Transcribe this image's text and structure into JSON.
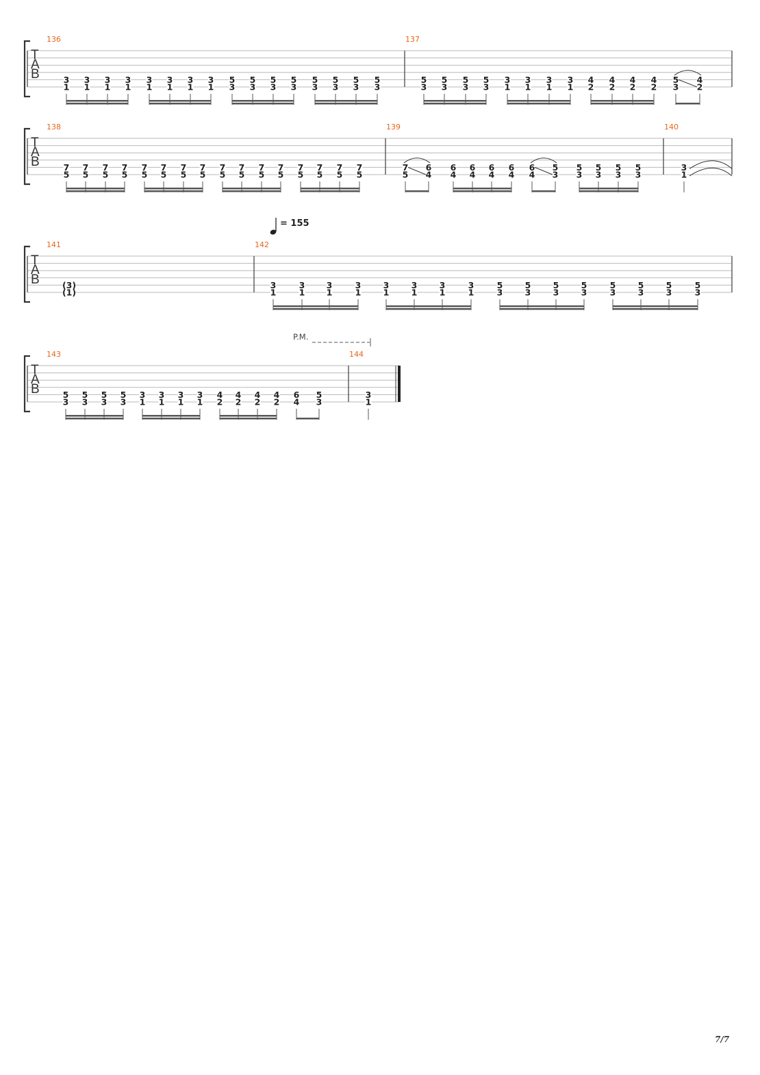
{
  "tab_clef": [
    "T",
    "A",
    "B"
  ],
  "tempo": {
    "value": "= 155"
  },
  "palm_mute": {
    "label": "P.M."
  },
  "page_number": "7/7",
  "systems": [
    {
      "measures": [
        {
          "number": "136",
          "chords": [
            [
              "3",
              "1"
            ],
            [
              "3",
              "1"
            ],
            [
              "3",
              "1"
            ],
            [
              "3",
              "1"
            ],
            [
              "3",
              "1"
            ],
            [
              "3",
              "1"
            ],
            [
              "3",
              "1"
            ],
            [
              "3",
              "1"
            ],
            [
              "5",
              "3"
            ],
            [
              "5",
              "3"
            ],
            [
              "5",
              "3"
            ],
            [
              "5",
              "3"
            ],
            [
              "5",
              "3"
            ],
            [
              "5",
              "3"
            ],
            [
              "5",
              "3"
            ],
            [
              "5",
              "3"
            ]
          ]
        },
        {
          "number": "137",
          "chords": [
            [
              "5",
              "3"
            ],
            [
              "5",
              "3"
            ],
            [
              "5",
              "3"
            ],
            [
              "5",
              "3"
            ],
            [
              "3",
              "1"
            ],
            [
              "3",
              "1"
            ],
            [
              "3",
              "1"
            ],
            [
              "3",
              "1"
            ],
            [
              "4",
              "2"
            ],
            [
              "4",
              "2"
            ],
            [
              "4",
              "2"
            ],
            [
              "4",
              "2"
            ],
            [
              "5",
              "3"
            ],
            [
              "4",
              "2"
            ]
          ]
        }
      ]
    },
    {
      "measures": [
        {
          "number": "138",
          "chords": [
            [
              "7",
              "5"
            ],
            [
              "7",
              "5"
            ],
            [
              "7",
              "5"
            ],
            [
              "7",
              "5"
            ],
            [
              "7",
              "5"
            ],
            [
              "7",
              "5"
            ],
            [
              "7",
              "5"
            ],
            [
              "7",
              "5"
            ],
            [
              "7",
              "5"
            ],
            [
              "7",
              "5"
            ],
            [
              "7",
              "5"
            ],
            [
              "7",
              "5"
            ],
            [
              "7",
              "5"
            ],
            [
              "7",
              "5"
            ],
            [
              "7",
              "5"
            ],
            [
              "7",
              "5"
            ]
          ]
        },
        {
          "number": "139",
          "chords": [
            [
              "7",
              "5"
            ],
            [
              "6",
              "4"
            ],
            [
              "6",
              "4"
            ],
            [
              "6",
              "4"
            ],
            [
              "6",
              "4"
            ],
            [
              "6",
              "4"
            ],
            [
              "6",
              "4"
            ],
            [
              "5",
              "3"
            ],
            [
              "5",
              "3"
            ],
            [
              "5",
              "3"
            ],
            [
              "5",
              "3"
            ],
            [
              "5",
              "3"
            ]
          ]
        },
        {
          "number": "140",
          "chords": [
            [
              "3",
              "1"
            ]
          ]
        }
      ]
    },
    {
      "measures": [
        {
          "number": "141",
          "chords": [
            [
              "(3)",
              "(1)"
            ]
          ]
        },
        {
          "number": "142",
          "chords": [
            [
              "3",
              "1"
            ],
            [
              "3",
              "1"
            ],
            [
              "3",
              "1"
            ],
            [
              "3",
              "1"
            ],
            [
              "3",
              "1"
            ],
            [
              "3",
              "1"
            ],
            [
              "3",
              "1"
            ],
            [
              "3",
              "1"
            ],
            [
              "5",
              "3"
            ],
            [
              "5",
              "3"
            ],
            [
              "5",
              "3"
            ],
            [
              "5",
              "3"
            ],
            [
              "5",
              "3"
            ],
            [
              "5",
              "3"
            ],
            [
              "5",
              "3"
            ],
            [
              "5",
              "3"
            ]
          ]
        }
      ]
    },
    {
      "measures": [
        {
          "number": "143",
          "chords": [
            [
              "5",
              "3"
            ],
            [
              "5",
              "3"
            ],
            [
              "5",
              "3"
            ],
            [
              "5",
              "3"
            ],
            [
              "3",
              "1"
            ],
            [
              "3",
              "1"
            ],
            [
              "3",
              "1"
            ],
            [
              "3",
              "1"
            ],
            [
              "4",
              "2"
            ],
            [
              "4",
              "2"
            ],
            [
              "4",
              "2"
            ],
            [
              "4",
              "2"
            ],
            [
              "6",
              "4"
            ],
            [
              "5",
              "3"
            ]
          ]
        },
        {
          "number": "144",
          "chords": [
            [
              "3",
              "1"
            ]
          ]
        }
      ]
    }
  ]
}
